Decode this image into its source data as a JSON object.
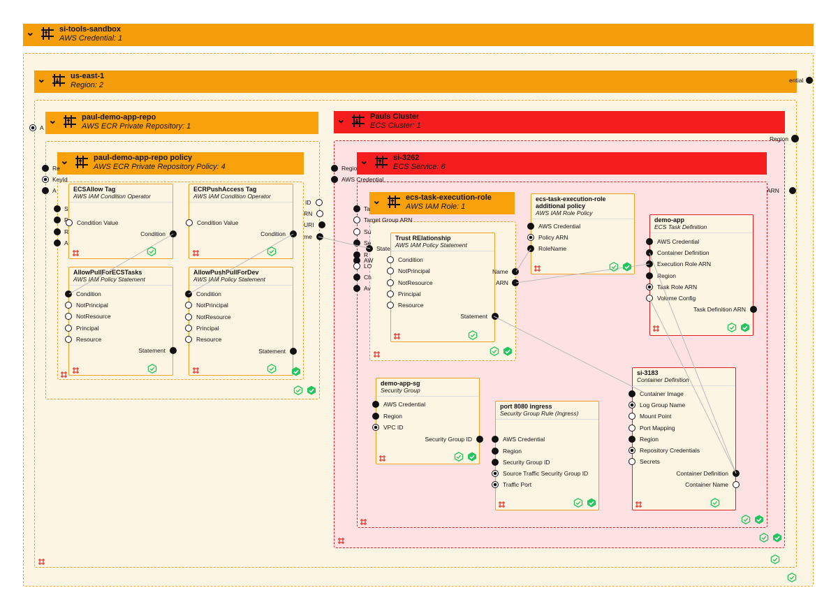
{
  "frames": {
    "sandbox": {
      "title": "si-tools-sandbox",
      "subtitle": "AWS Credential: 1"
    },
    "region": {
      "title": "us-east-1",
      "subtitle": "Region: 2"
    },
    "ecr_repo": {
      "title": "paul-demo-app-repo",
      "subtitle": "AWS ECR Private Repository: 1"
    },
    "ecr_policy": {
      "title": "paul-demo-app-repo policy",
      "subtitle": "AWS ECR Private Repository Policy: 4"
    },
    "cluster": {
      "title": "Pauls Cluster",
      "subtitle": "ECS Cluster: 1"
    },
    "service": {
      "title": "si-3262",
      "subtitle": "ECS Service: 6"
    },
    "role": {
      "title": "ecs-task-execution-role",
      "subtitle": "AWS IAM Role: 1"
    }
  },
  "components": {
    "ecs_allow": {
      "title": "ECSAllow Tag",
      "subtitle": "AWS IAM Condition Operator",
      "inputs": [
        "Condition Value"
      ],
      "output": "Condition"
    },
    "ecr_push": {
      "title": "ECRPushAccess Tag",
      "subtitle": "AWS IAM Condition Operator",
      "inputs": [
        "Condition Value"
      ],
      "output": "Condition"
    },
    "allow_pull": {
      "title": "AllowPullForECSTasks",
      "subtitle": "AWS IAM Policy Statement",
      "inputs": [
        "Condition",
        "NotPrincipal",
        "NotResource",
        "Principal",
        "Resource"
      ],
      "output": "Statement"
    },
    "allow_push": {
      "title": "AllowPushPullForDev",
      "subtitle": "AWS IAM Policy Statement",
      "inputs": [
        "Condition",
        "NotPrincipal",
        "NotResource",
        "Principal",
        "Resource"
      ],
      "output": "Statement"
    },
    "trust": {
      "title": "Trust RElationship",
      "subtitle": "AWS IAM Policy Statement",
      "inputs": [
        "Condition",
        "NotPrincipal",
        "NotResource",
        "Principal",
        "Resource"
      ],
      "output": "Statement"
    },
    "addl_policy": {
      "title": "ecs-task-execution-role additional policy",
      "subtitle": "AWS IAM Role Policy",
      "inputs": [
        "AWS Credential",
        "Policy ARN",
        "RoleName"
      ]
    },
    "demo_app": {
      "title": "demo-app",
      "subtitle": "ECS Task Definition",
      "inputs": [
        "AWS Credential",
        "Container Definition",
        "Execution Role ARN",
        "Region",
        "Task Role ARN",
        "Volume Config"
      ],
      "output": "Task Definition ARN"
    },
    "sg": {
      "title": "demo-app-sg",
      "subtitle": "Security Group",
      "inputs": [
        "AWS Credential",
        "Region",
        "VPC ID"
      ],
      "output": "Security Group ID"
    },
    "ingress": {
      "title": "port 8080 ingress",
      "subtitle": "Security Group Rule (Ingress)",
      "inputs": [
        "AWS Credential",
        "Region",
        "Security Group ID",
        "Source Traffic Security Group ID",
        "Traffic Port"
      ]
    },
    "si3183": {
      "title": "si-3183",
      "subtitle": "Container Definition",
      "inputs": [
        "Container Image",
        "Log Group Name",
        "Mount Point",
        "Port Mapping",
        "Region",
        "Repository Credentials",
        "Secrets"
      ],
      "outputs": [
        "Container Definition",
        "Container Name"
      ]
    }
  },
  "edge_labels": {
    "ential": "ential",
    "region_top": "Region",
    "arn_right": "ARN",
    "role_name": "Name",
    "role_arn": "ARN",
    "repo_outs": [
      "ID",
      "RN",
      "URI",
      "me"
    ],
    "cluster_ins": [
      "Regio",
      "AWS Credential"
    ],
    "service_ins": [
      "Ta",
      "Target Group ARN",
      "Su",
      "Se",
      "State",
      "AW",
      "R",
      "LO",
      "Ch",
      "Av"
    ],
    "policy_ins": [
      "Re",
      "KeyId",
      "A"
    ],
    "repo_in": "A",
    "policy_hidden": [
      "S",
      "P",
      "R",
      "A"
    ]
  },
  "colors": {
    "amber": "#f59e0b",
    "red": "#f51d1d",
    "ok": "#22c55e",
    "dashed_orange": "#f0a020",
    "dashed_red": "#e02020"
  }
}
